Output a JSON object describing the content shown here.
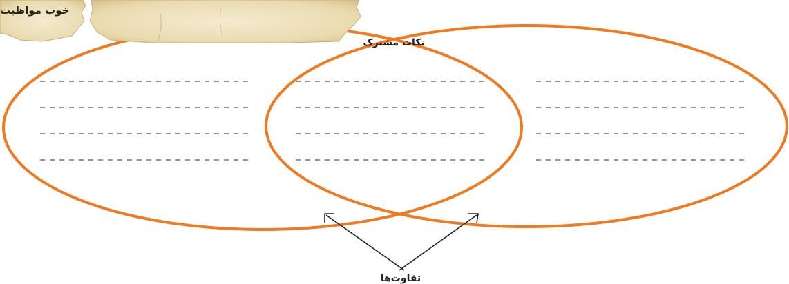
{
  "parchment_left": {
    "text": "خوب مواظبت"
  },
  "common_points_label": "نکات مشترک",
  "differences_label": "تفاوت‌ها",
  "colors": {
    "oval_stroke": "#ee7a22",
    "parchment": "#ecdcb0",
    "line": "#555555"
  },
  "answer_blanks": {
    "left_region": 4,
    "middle_region": 4,
    "right_region": 4
  }
}
